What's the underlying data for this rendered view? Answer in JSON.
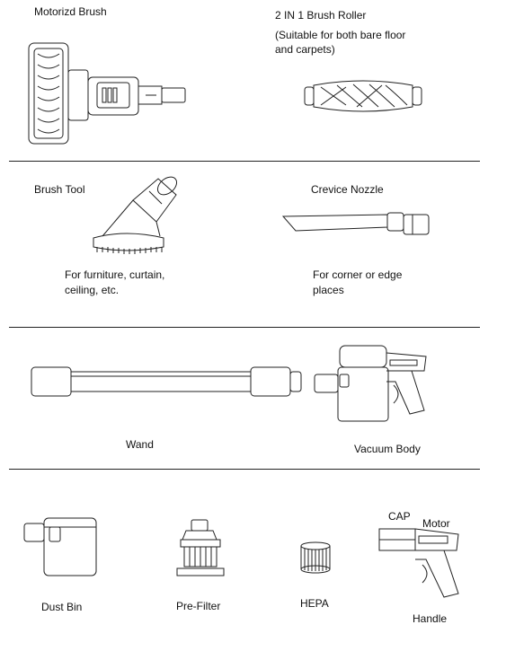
{
  "sections": {
    "motorized_brush": {
      "label": "Motorizd Brush"
    },
    "brush_roller": {
      "label": "2 IN 1  Brush Roller",
      "note_line1": "(Suitable for both bare floor",
      "note_line2": "and carpets)"
    },
    "brush_tool": {
      "label": "Brush Tool",
      "note_line1": "For furniture, curtain,",
      "note_line2": "ceiling, etc."
    },
    "crevice_nozzle": {
      "label": "Crevice Nozzle",
      "note_line1": "For corner or edge",
      "note_line2": "places"
    },
    "wand": {
      "label": "Wand"
    },
    "vacuum_body": {
      "label": "Vacuum Body"
    },
    "dust_bin": {
      "label": "Dust Bin"
    },
    "pre_filter": {
      "label": "Pre-Filter"
    },
    "hepa": {
      "label": "HEPA"
    },
    "cap": {
      "label": "CAP"
    },
    "motor": {
      "label": "Motor"
    },
    "handle": {
      "label": "Handle"
    }
  }
}
